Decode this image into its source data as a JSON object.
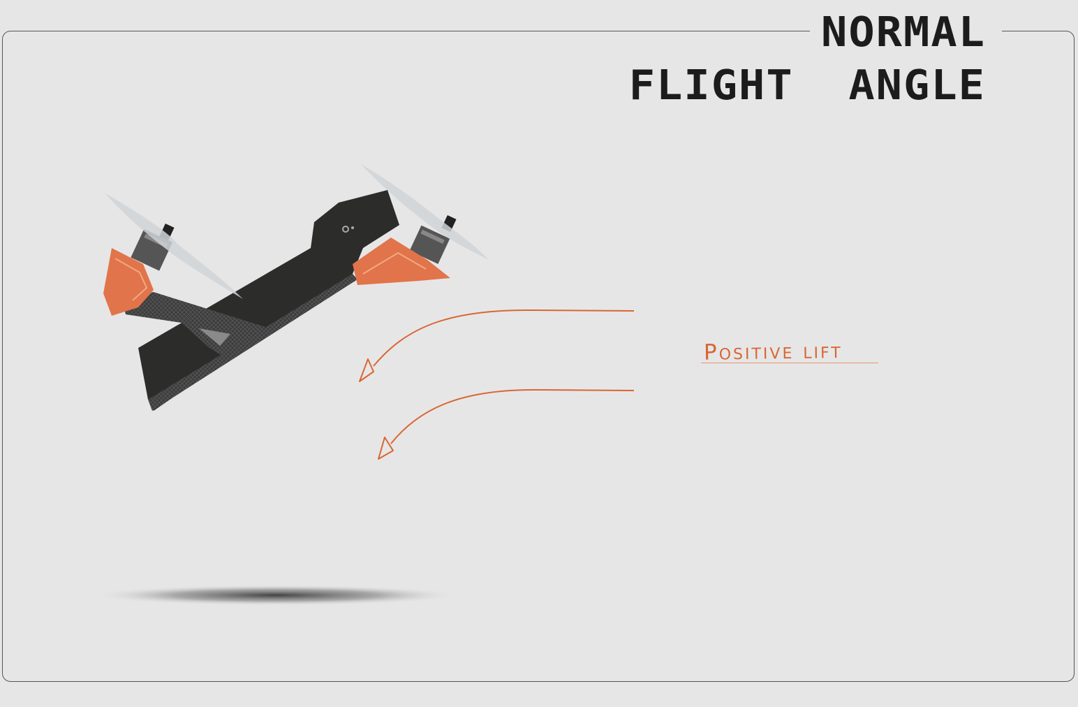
{
  "title": {
    "line1": "NORMAL",
    "line2": "FLIGHT  ANGLE"
  },
  "annotation": {
    "label": "Positive lift"
  },
  "colors": {
    "background": "#e7e6e6",
    "accent": "#d86634",
    "frame": "#555555",
    "drone_body": "#2c2c2b",
    "drone_guard": "#e1744a"
  },
  "icons": {
    "drone": "fpv-drone-illustration",
    "airflow": "airflow-arrow"
  }
}
